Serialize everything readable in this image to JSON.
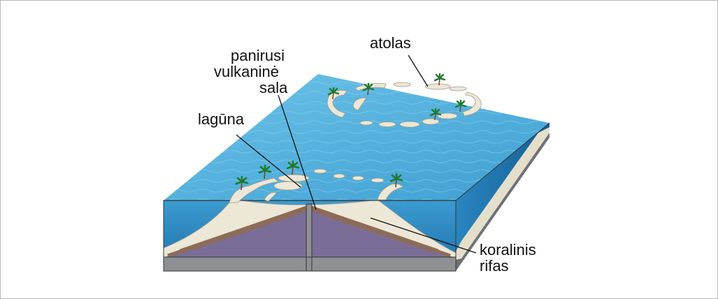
{
  "labels": {
    "atoll": "atolas",
    "sunken_island_line1": "panirusi",
    "sunken_island_line2": "vulkaninė",
    "sunken_island_line3": "sala",
    "lagoon": "lagūna",
    "reef_line1": "koralinis",
    "reef_line2": "rifas"
  },
  "colors": {
    "water_top": "#4fb0dc",
    "water_side": "#2f8cc4",
    "water_right": "#1f6ea6",
    "sand": "#ece7d6",
    "rock_purple": "#7a6e98",
    "rock_brown": "#8c6c58",
    "seabed": "#8e9094",
    "palm": "#1f7a2e"
  }
}
